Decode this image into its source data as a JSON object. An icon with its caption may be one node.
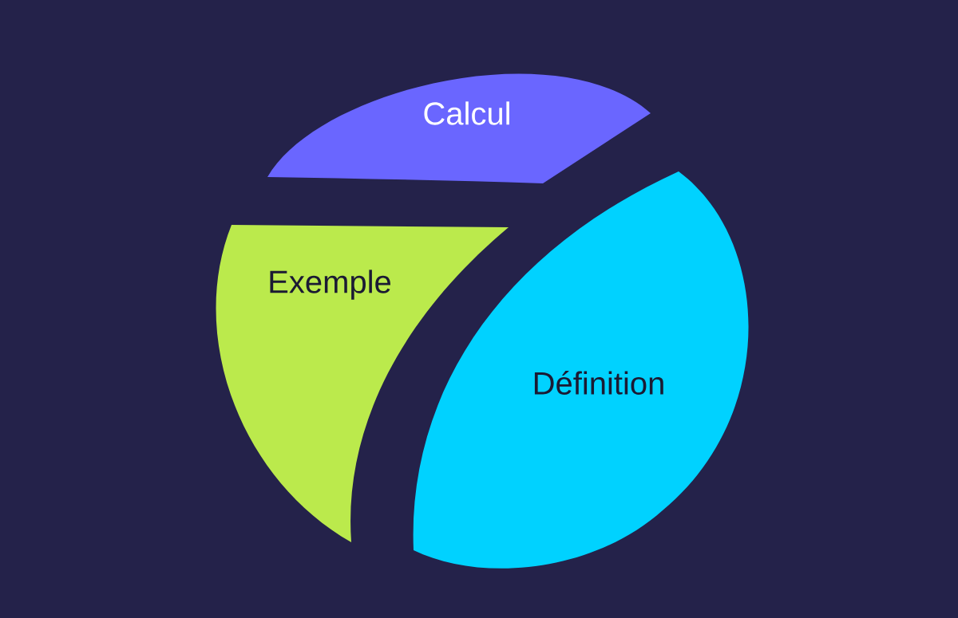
{
  "diagram": {
    "nodes": [
      {
        "text": [
          "Calcul"
        ]
      },
      {
        "text": [
          "Exemple"
        ]
      },
      {
        "text": [
          "Définition"
        ]
      }
    ]
  }
}
